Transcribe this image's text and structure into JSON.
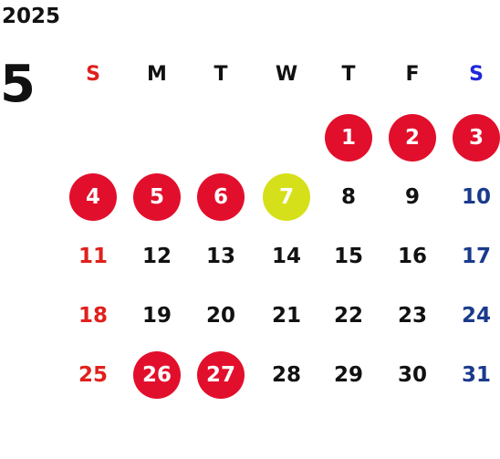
{
  "year": "2025",
  "month": "5",
  "weekdays": [
    "S",
    "M",
    "T",
    "W",
    "T",
    "F",
    "S"
  ],
  "colors": {
    "text": "#111111",
    "sunday": "#e0201c",
    "saturday": "#1a3a8c",
    "saturday_header": "#1f28d8",
    "holiday_circle": "#e20f2c",
    "today_circle": "#d6e01a",
    "on_circle": "#ffffff"
  },
  "weeks": [
    [
      null,
      null,
      null,
      null,
      {
        "d": "1",
        "mark": "holiday"
      },
      {
        "d": "2",
        "mark": "holiday"
      },
      {
        "d": "3",
        "mark": "holiday"
      }
    ],
    [
      {
        "d": "4",
        "mark": "holiday"
      },
      {
        "d": "5",
        "mark": "holiday"
      },
      {
        "d": "6",
        "mark": "holiday"
      },
      {
        "d": "7",
        "mark": "today"
      },
      {
        "d": "8"
      },
      {
        "d": "9"
      },
      {
        "d": "10"
      }
    ],
    [
      {
        "d": "11"
      },
      {
        "d": "12"
      },
      {
        "d": "13"
      },
      {
        "d": "14"
      },
      {
        "d": "15"
      },
      {
        "d": "16"
      },
      {
        "d": "17"
      }
    ],
    [
      {
        "d": "18"
      },
      {
        "d": "19"
      },
      {
        "d": "20"
      },
      {
        "d": "21"
      },
      {
        "d": "22"
      },
      {
        "d": "23"
      },
      {
        "d": "24"
      }
    ],
    [
      {
        "d": "25"
      },
      {
        "d": "26",
        "mark": "holiday"
      },
      {
        "d": "27",
        "mark": "holiday"
      },
      {
        "d": "28"
      },
      {
        "d": "29"
      },
      {
        "d": "30"
      },
      {
        "d": "31"
      }
    ]
  ]
}
